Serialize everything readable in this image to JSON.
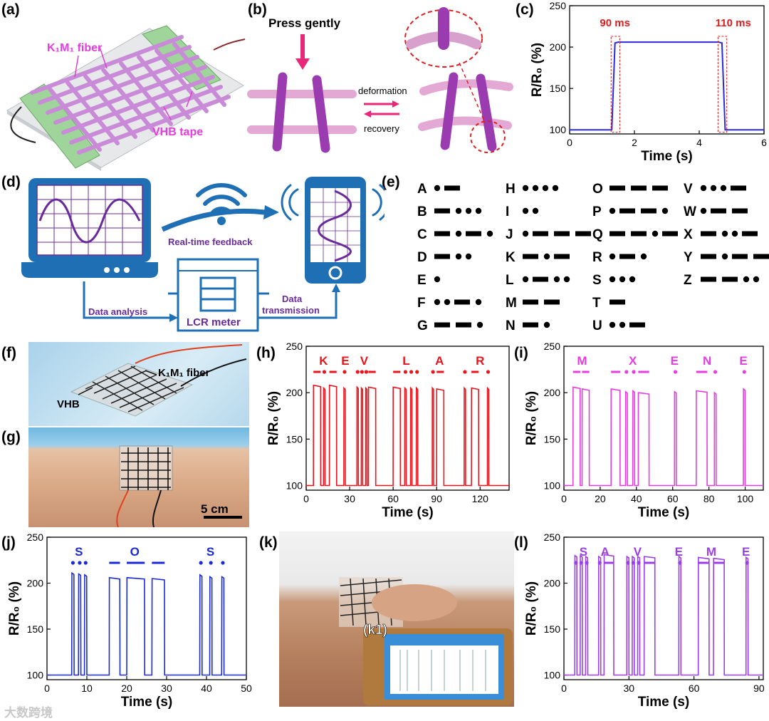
{
  "panel_labels": {
    "a": "(a)",
    "b": "(b)",
    "c": "(c)",
    "d": "(d)",
    "e": "(e)",
    "f": "(f)",
    "g": "(g)",
    "h": "(h)",
    "i": "(i)",
    "j": "(j)",
    "k": "(k)",
    "l": "(l)",
    "k1": "(k1)"
  },
  "panel_a": {
    "fiber_label": "K₁M₁ fiber",
    "tape_label": "VHB tape"
  },
  "panel_b": {
    "press_label": "Press gently",
    "deformation_label": "deformation",
    "recovery_label": "recovery"
  },
  "panel_d": {
    "feedback_label": "Real-time feedback",
    "analysis_label": "Data analysis",
    "meter_label": "LCR meter",
    "transmission_label_1": "Data",
    "transmission_label_2": "transmission"
  },
  "panel_e": {
    "morse": [
      {
        "letter": "A",
        "code": ".-"
      },
      {
        "letter": "B",
        "code": "-..."
      },
      {
        "letter": "C",
        "code": "-.-."
      },
      {
        "letter": "D",
        "code": "-.."
      },
      {
        "letter": "E",
        "code": "."
      },
      {
        "letter": "F",
        "code": "..-."
      },
      {
        "letter": "G",
        "code": "--."
      },
      {
        "letter": "H",
        "code": "...."
      },
      {
        "letter": "I",
        "code": ".."
      },
      {
        "letter": "J",
        "code": ".---"
      },
      {
        "letter": "K",
        "code": "-.-"
      },
      {
        "letter": "L",
        "code": ".-.."
      },
      {
        "letter": "M",
        "code": "--"
      },
      {
        "letter": "N",
        "code": "-."
      },
      {
        "letter": "O",
        "code": "---"
      },
      {
        "letter": "P",
        "code": ".--."
      },
      {
        "letter": "Q",
        "code": "--.-"
      },
      {
        "letter": "R",
        "code": ".-."
      },
      {
        "letter": "S",
        "code": "..."
      },
      {
        "letter": "T",
        "code": "-"
      },
      {
        "letter": "U",
        "code": "..-"
      },
      {
        "letter": "V",
        "code": "...-"
      },
      {
        "letter": "W",
        "code": ".--"
      },
      {
        "letter": "X",
        "code": "-..-"
      },
      {
        "letter": "Y",
        "code": "-.--"
      },
      {
        "letter": "Z",
        "code": "--.."
      }
    ]
  },
  "panel_f": {
    "fiber_label": "K₁M₁ fiber",
    "vhb_label": "VHB"
  },
  "panel_g": {
    "scale_label": "5 cm"
  },
  "colors": {
    "c": "#2a2ae0",
    "h": "#e8161c",
    "i": "#e63ce0",
    "j": "#1a2bd6",
    "l": "#9b3fe8",
    "annot": "#d81e1e",
    "accent": "#1f6fb5",
    "purple": "#6a2b9a"
  },
  "chart_data": [
    {
      "id": "c",
      "type": "line",
      "xlabel": "Time (s)",
      "ylabel": "R/R₀ (%)",
      "xlim": [
        0,
        6
      ],
      "ylim": [
        95,
        250
      ],
      "xticks": [
        0,
        2,
        4,
        6
      ],
      "yticks": [
        100,
        150,
        200,
        250
      ],
      "annotations": [
        "90 ms",
        "110 ms"
      ],
      "series": [
        {
          "x": [
            0,
            1.3,
            1.4,
            1.5,
            4.6,
            4.7,
            4.8,
            6
          ],
          "y": [
            100,
            100,
            205,
            206,
            206,
            205,
            100,
            100
          ]
        }
      ]
    },
    {
      "id": "h",
      "type": "line",
      "xlabel": "Time (s)",
      "ylabel": "R/R₀ (%)",
      "xlim": [
        0,
        140
      ],
      "ylim": [
        95,
        250
      ],
      "xticks": [
        0,
        30,
        60,
        90,
        120
      ],
      "yticks": [
        100,
        150,
        200,
        250
      ],
      "letters": [
        {
          "t": "K",
          "x": 12
        },
        {
          "t": "E",
          "x": 27
        },
        {
          "t": "V",
          "x": 40
        },
        {
          "t": "L",
          "x": 69
        },
        {
          "t": "A",
          "x": 92
        },
        {
          "t": "R",
          "x": 120
        }
      ],
      "pulses": [
        [
          5,
          10,
          208
        ],
        [
          12,
          13,
          205
        ],
        [
          16,
          21,
          208
        ],
        [
          26,
          27,
          205
        ],
        [
          35,
          36,
          206
        ],
        [
          38,
          39,
          205
        ],
        [
          41,
          42,
          205
        ],
        [
          43,
          48,
          206
        ],
        [
          60,
          65,
          206
        ],
        [
          68,
          69,
          205
        ],
        [
          72,
          73,
          205
        ],
        [
          76,
          77,
          205
        ],
        [
          87,
          88,
          205
        ],
        [
          90,
          95,
          204
        ],
        [
          109,
          110,
          205
        ],
        [
          114,
          119,
          205
        ],
        [
          125,
          126,
          205
        ]
      ]
    },
    {
      "id": "i",
      "type": "line",
      "xlabel": "Time (s)",
      "ylabel": "R/R₀ (%)",
      "xlim": [
        0,
        110
      ],
      "ylim": [
        95,
        250
      ],
      "xticks": [
        0,
        20,
        40,
        60,
        80,
        100
      ],
      "yticks": [
        100,
        150,
        200,
        250
      ],
      "letters": [
        {
          "t": "M",
          "x": 10
        },
        {
          "t": "X",
          "x": 38
        },
        {
          "t": "E",
          "x": 61
        },
        {
          "t": "N",
          "x": 79
        },
        {
          "t": "E",
          "x": 99
        }
      ],
      "pulses": [
        [
          5,
          9,
          206
        ],
        [
          10,
          14,
          204
        ],
        [
          26,
          31,
          204
        ],
        [
          34,
          35,
          201
        ],
        [
          38,
          39,
          202
        ],
        [
          41,
          47,
          200
        ],
        [
          61,
          62,
          201
        ],
        [
          73,
          79,
          202
        ],
        [
          83,
          84,
          200
        ],
        [
          99,
          100,
          204
        ]
      ]
    },
    {
      "id": "j",
      "type": "line",
      "xlabel": "Time (s)",
      "ylabel": "R/R₀ (%)",
      "xlim": [
        0,
        50
      ],
      "ylim": [
        95,
        250
      ],
      "xticks": [
        0,
        10,
        20,
        30,
        40,
        50
      ],
      "yticks": [
        100,
        150,
        200,
        250
      ],
      "letters": [
        {
          "t": "S",
          "x": 8
        },
        {
          "t": "O",
          "x": 22
        },
        {
          "t": "S",
          "x": 41
        }
      ],
      "pulses": [
        [
          6.2,
          6.8,
          211
        ],
        [
          7.9,
          8.5,
          210
        ],
        [
          9.4,
          10,
          209
        ],
        [
          15.6,
          18.3,
          206
        ],
        [
          20,
          24.5,
          206
        ],
        [
          26.3,
          29.5,
          205
        ],
        [
          38.3,
          38.9,
          209
        ],
        [
          40.8,
          41.4,
          207
        ],
        [
          43.8,
          44.4,
          207
        ]
      ]
    },
    {
      "id": "l",
      "type": "line",
      "xlabel": "Time (s)",
      "ylabel": "R/R₀ (%)",
      "xlim": [
        0,
        92
      ],
      "ylim": [
        95,
        250
      ],
      "xticks": [
        0,
        30,
        60,
        90
      ],
      "yticks": [
        100,
        150,
        200,
        250
      ],
      "letters": [
        {
          "t": "S",
          "x": 9
        },
        {
          "t": "A",
          "x": 19
        },
        {
          "t": "V",
          "x": 34
        },
        {
          "t": "E",
          "x": 53
        },
        {
          "t": "M",
          "x": 68
        },
        {
          "t": "E",
          "x": 84
        }
      ],
      "pulses": [
        [
          5,
          6,
          230
        ],
        [
          7.5,
          8.5,
          230
        ],
        [
          10,
          11,
          229
        ],
        [
          16,
          17,
          229
        ],
        [
          18.5,
          23,
          231
        ],
        [
          29,
          30,
          229
        ],
        [
          31.5,
          32.5,
          229
        ],
        [
          34,
          35,
          229
        ],
        [
          37,
          42,
          229
        ],
        [
          53,
          54,
          229
        ],
        [
          62,
          67,
          228
        ],
        [
          69,
          74,
          227
        ],
        [
          84,
          85,
          228
        ]
      ]
    }
  ],
  "watermark": "大数跨境"
}
